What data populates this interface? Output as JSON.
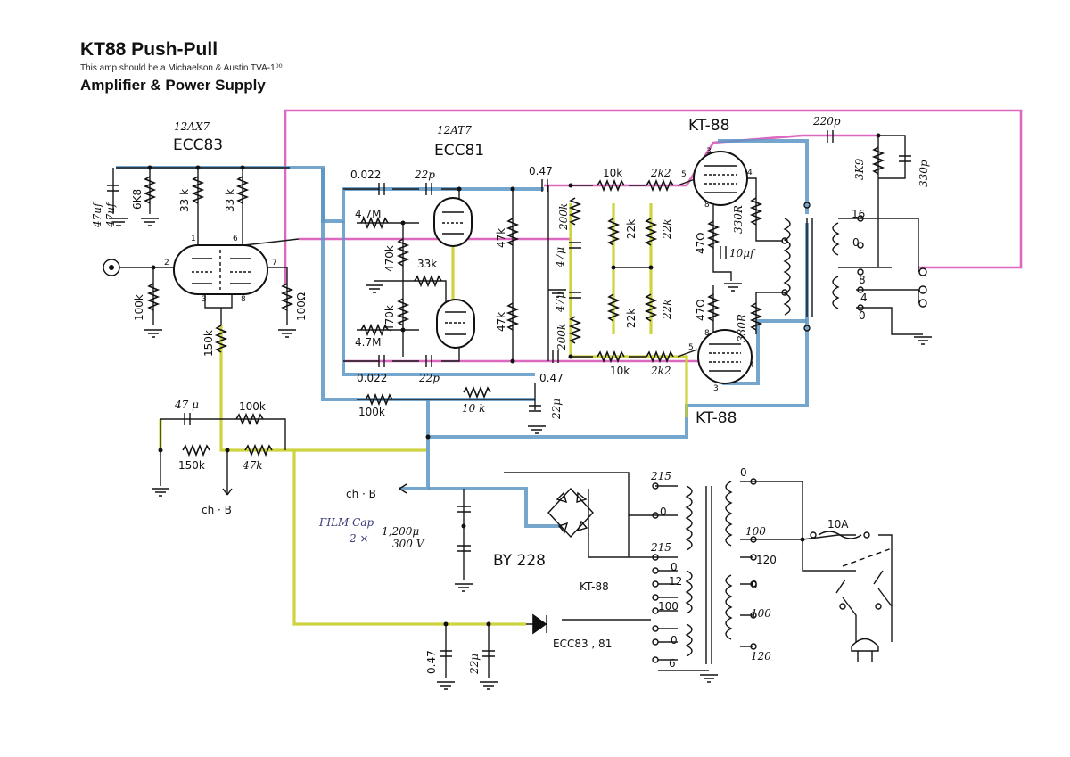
{
  "header": {
    "title": "KT88 Push-Pull",
    "subtitle": "This amp should be a Michaelson & Austin TVA-1⁰⁰",
    "section": "Amplifier & Power Supply"
  },
  "tubes": {
    "ecc83_code": "12AX7",
    "ecc83_name": "ECC83",
    "ecc81_code": "12AT7",
    "ecc81_name": "ECC81",
    "kt88_top": "KT-88",
    "kt88_bottom": "KT-88"
  },
  "components": {
    "c_47uf_a": "47uf",
    "c_47uf_b": "47uf",
    "r_6k8": "6K8",
    "r_33k_a": "33 k",
    "r_33k_b": "33 k",
    "r_100k_in": "100k",
    "r_100ohm": "100Ω",
    "r_150k_cath": "150k",
    "c_0022_top": "0.022",
    "c_22p_top": "22p",
    "r_47m_top": "4.7M",
    "r_470k_a": "470k",
    "r_33k_mid": "33k",
    "r_470k_b": "470k",
    "r_47m_bot": "4.7M",
    "c_0022_bot": "0.022",
    "c_22p_bot": "22p",
    "r_47k_a": "47k",
    "r_47k_b": "47k",
    "c_047_top": "0.47",
    "c_047_bot": "0.47",
    "r_200k_a": "200k",
    "c_47u_a": "47μ",
    "r_200k_b": "200k",
    "c_47u_b": "47μ",
    "r_22k_a": "22k",
    "r_22k_b": "22k",
    "r_22k_c": "22k",
    "r_22k_d": "22k",
    "r_10k_top": "10k",
    "r_2k2_top": "2k2",
    "r_10k_bot": "10k",
    "r_2k2_bot": "2k2",
    "r_470hm_a": "47Ω",
    "r_470hm_b": "47Ω",
    "r_330r_a": "330R",
    "r_330r_b": "330R",
    "c_10uf": "10μf",
    "c_220p": "220p",
    "r_3k9": "3K9",
    "c_330p": "330p",
    "r_100k_fb": "100k",
    "r_10k_fb": "10 k",
    "c_22u_fb": "22μ",
    "c_47u_ps": "47 μ",
    "r_100k_ps": "100k",
    "r_150k_ps": "150k",
    "r_47k_ps": "47k",
    "ch_b_left": "ch · B",
    "ch_b_mid": "ch · B",
    "film_cap": "FILM Cap",
    "cap_note_mult": "2 ×",
    "cap_note_value": "1,200μ",
    "cap_note_voltage": "300 V",
    "rectifier": "BY 228",
    "c_047_ps": "0.47",
    "c_22u_ps": "22μ",
    "fuse": "10A"
  },
  "transformer": {
    "sec_215_top": "215",
    "sec_0": "0",
    "sec_215_bot": "215",
    "heater_0": "0",
    "heater_12": "12",
    "heater_100": "100",
    "heater_0b": "0",
    "heater_6": "6",
    "kt88_label": "KT-88",
    "ecc_label": "ECC83 , 81",
    "pri_0": "0",
    "pri_100a": "100",
    "pri_120a": "120",
    "pri_0b": "0",
    "pri_100b": "100",
    "pri_120b": "120"
  },
  "output": {
    "tap_16": "16",
    "tap_0a": "0",
    "tap_8": "8",
    "tap_4": "4",
    "tap_0b": "0"
  },
  "pins": {
    "p2": "2",
    "p7": "7",
    "p6": "6",
    "p1": "1",
    "p3": "3",
    "p8": "8",
    "k_top_3": "3",
    "k_top_4": "4",
    "k_top_5": "5",
    "k_top_8": "8",
    "k_bot_8": "8",
    "k_bot_5": "5",
    "k_bot_4": "4",
    "k_bot_3": "3"
  },
  "colors": {
    "blue": "#5d97c4",
    "pink": "#d64fb4",
    "yellow": "#c9cf2a",
    "ink": "#111111"
  }
}
